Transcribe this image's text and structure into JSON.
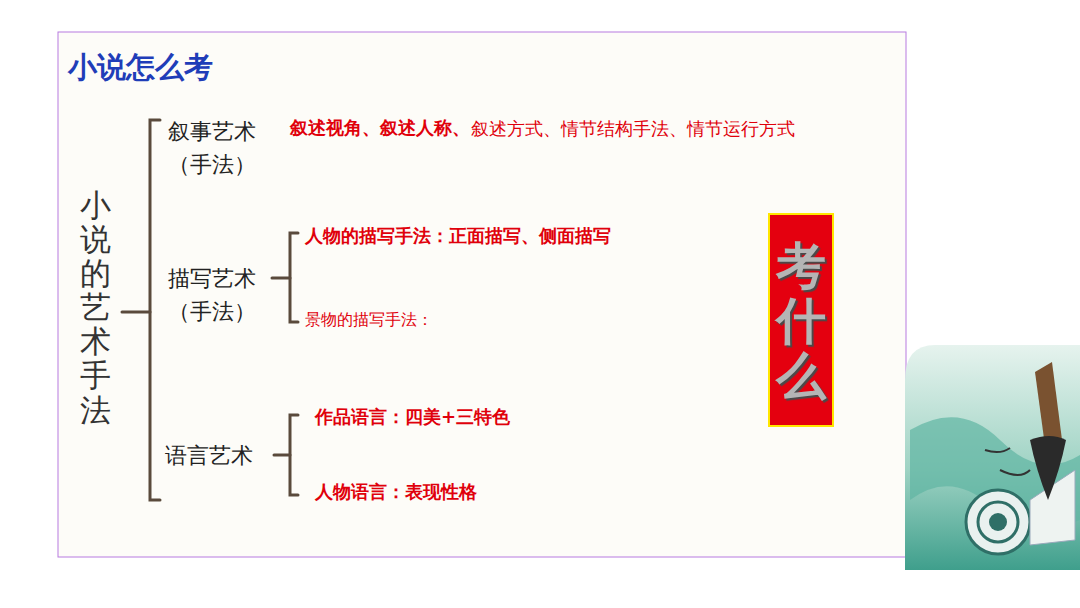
{
  "diagram": {
    "title": "小说怎么考",
    "nodes": [
      {
        "text": [
          "考什么"
        ]
      }
    ],
    "labels": [
      "小说的艺术手法",
      "叙事艺术 （手法）",
      "叙述视角、叙述人称、",
      "叙述方式、情节结构手法、情节运行方式",
      "描写艺术 （手法）",
      "人物的描写手法：正面描写、侧面描写",
      "景物的描写手法：",
      "语言艺术",
      "作品语言：四美+三特色",
      "人物语言：表现性格"
    ]
  }
}
